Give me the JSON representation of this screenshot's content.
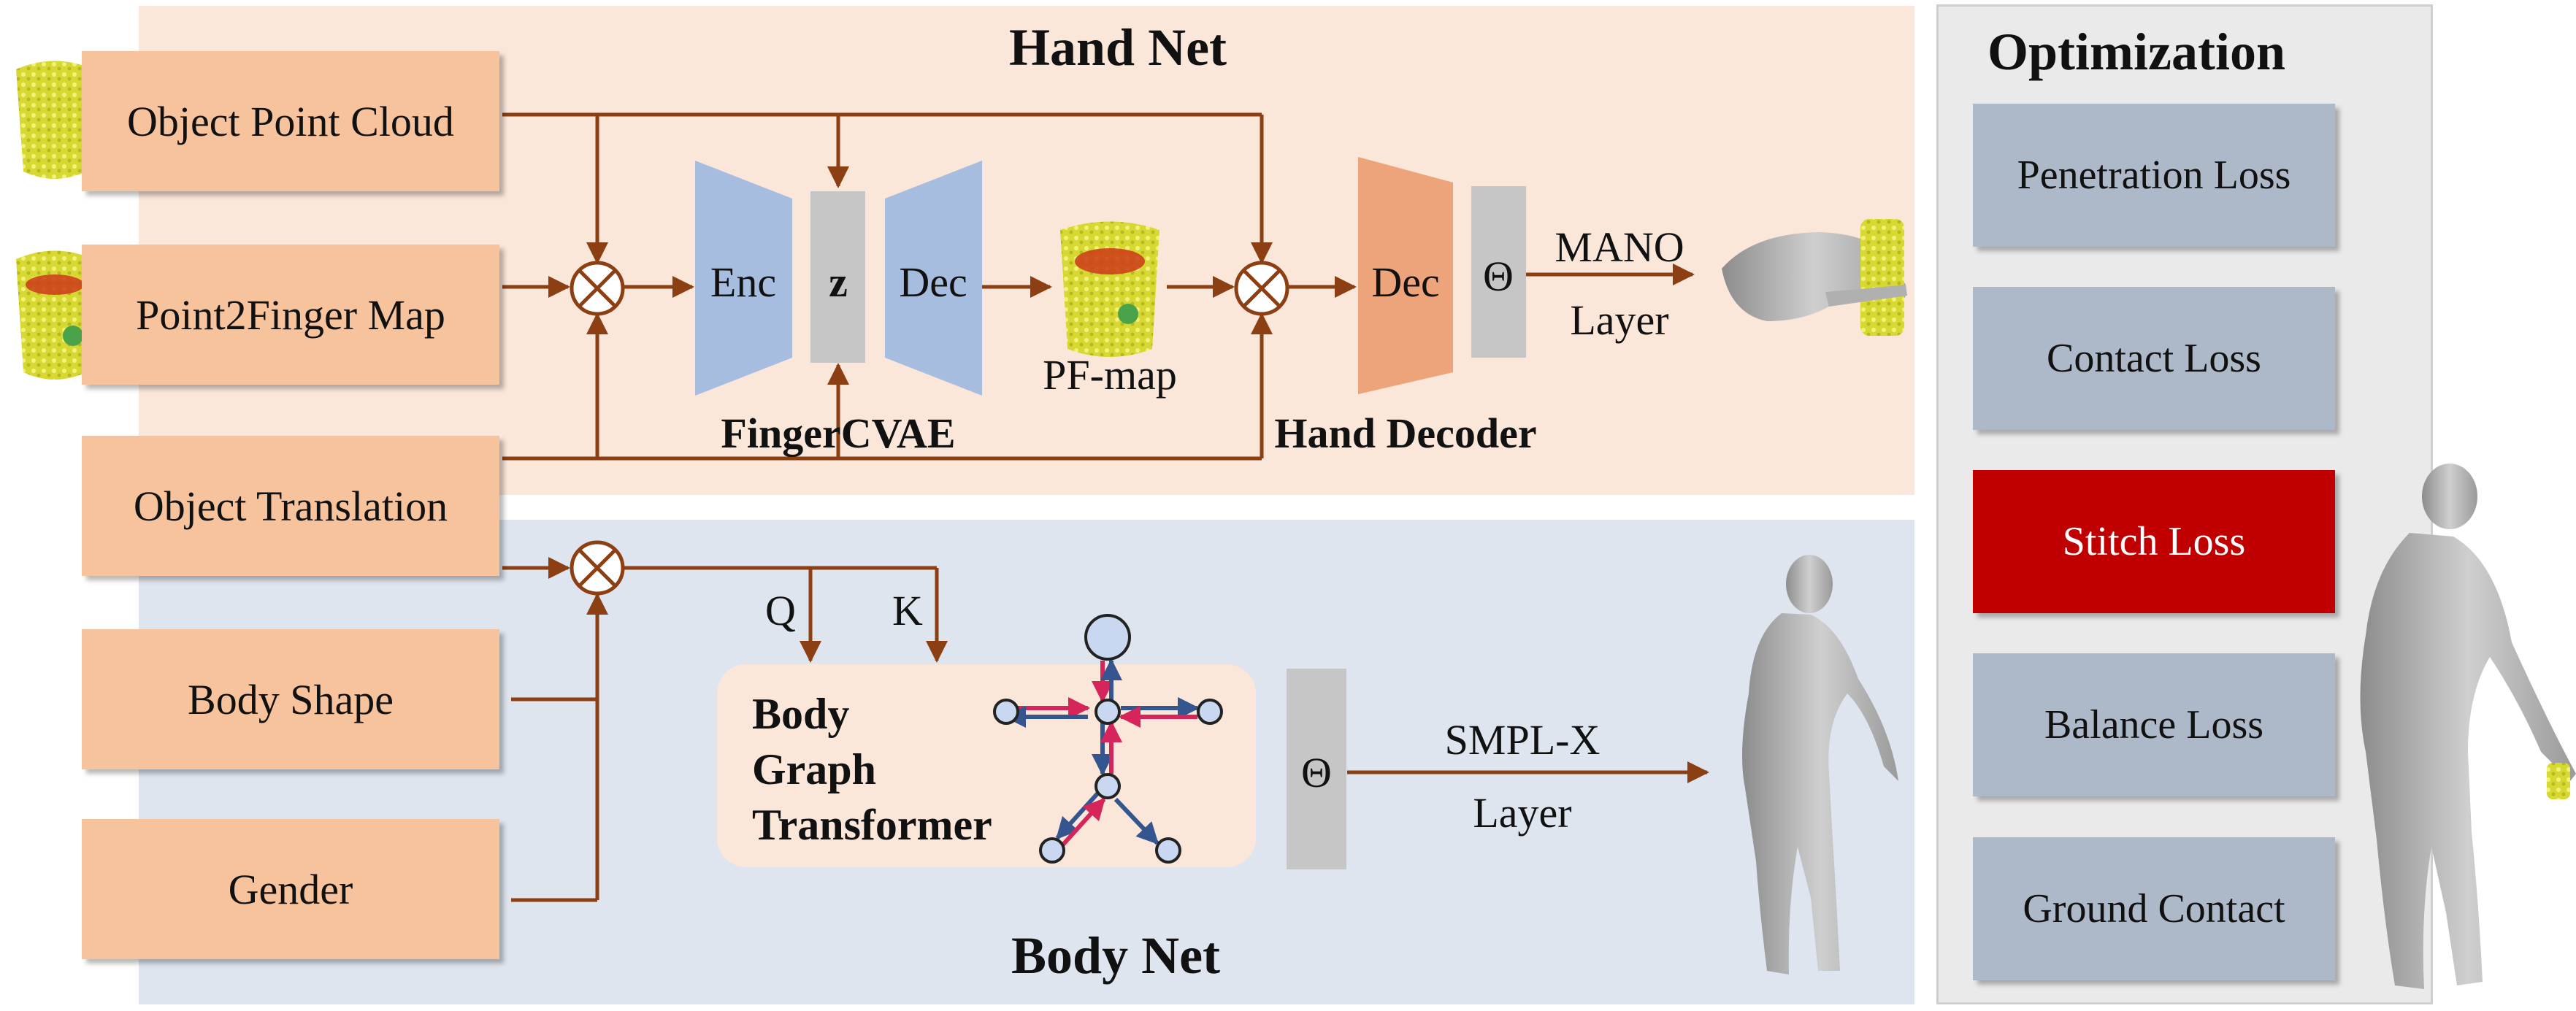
{
  "hand_net": {
    "title": "Hand Net",
    "finger_cvae": {
      "enc": "Enc",
      "z": "z",
      "dec": "Dec",
      "label": "FingerCVAE"
    },
    "pf_map_label": "PF-map",
    "hand_decoder": {
      "dec": "Dec",
      "theta": "Θ",
      "label": "Hand Decoder"
    },
    "mano_layer": {
      "line1": "MANO",
      "line2": "Layer"
    }
  },
  "inputs": [
    "Object Point Cloud",
    "Point2Finger Map",
    "Object Translation",
    "Body Shape",
    "Gender"
  ],
  "body_net": {
    "title": "Body Net",
    "query_label": "Q",
    "key_label": "K",
    "transformer": {
      "line1": "Body",
      "line2": "Graph",
      "line3": "Transformer"
    },
    "theta": "Θ",
    "smplx_layer": {
      "line1": "SMPL-X",
      "line2": "Layer"
    }
  },
  "optimization": {
    "title": "Optimization",
    "losses": [
      "Penetration Loss",
      "Contact Loss",
      "Stitch Loss",
      "Balance Loss",
      "Ground Contact"
    ],
    "highlighted": "Stitch Loss"
  },
  "colors": {
    "arrow": "#8b3f12",
    "input_box": "#f7c39c",
    "loss_box": "#adb9c9",
    "highlight": "#c00000",
    "encoder": "#a7bde0",
    "latent": "#c6c6c6",
    "hand_decoder": "#eea47a",
    "graph_red": "#d6255a",
    "graph_blue": "#35558f",
    "object_yellow": "#e5e53a"
  }
}
